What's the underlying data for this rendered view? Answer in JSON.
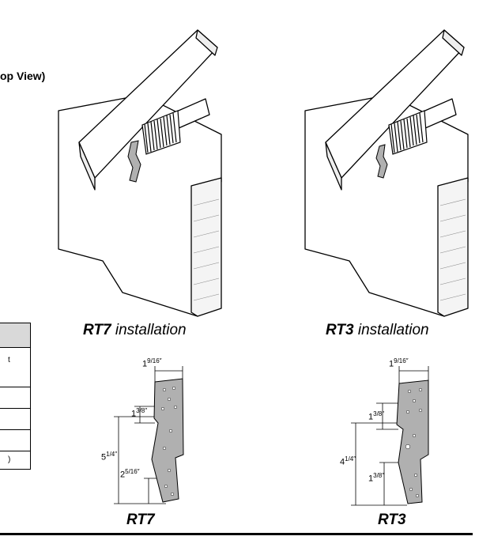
{
  "header": {
    "cut_title": "op View)"
  },
  "table_fragment": {
    "header_text": "",
    "cells": [
      "t",
      "",
      "",
      "",
      ")"
    ]
  },
  "illustrations": {
    "rt7": {
      "caption_bold": "RT7",
      "caption_rest": " installation"
    },
    "rt3": {
      "caption_bold": "RT3",
      "caption_rest": " installation"
    }
  },
  "parts": {
    "rt7": {
      "label": "RT7",
      "dim_top_whole": "1",
      "dim_top_frac": "9/16″",
      "dim_upper_whole": "1",
      "dim_upper_frac": "3/8″",
      "dim_height_whole": "5",
      "dim_height_frac": "1/4″",
      "dim_lower_whole": "2",
      "dim_lower_frac": "5/16″"
    },
    "rt3": {
      "label": "RT3",
      "dim_top_whole": "1",
      "dim_top_frac": "9/16″",
      "dim_upper_whole": "1",
      "dim_upper_frac": "3/8″",
      "dim_height_whole": "4",
      "dim_height_frac": "1/4″",
      "dim_lower_whole": "1",
      "dim_lower_frac": "3/8″"
    }
  },
  "colors": {
    "hanger_gray": "#b0b0b0",
    "header_gray": "#d9d9d9"
  }
}
